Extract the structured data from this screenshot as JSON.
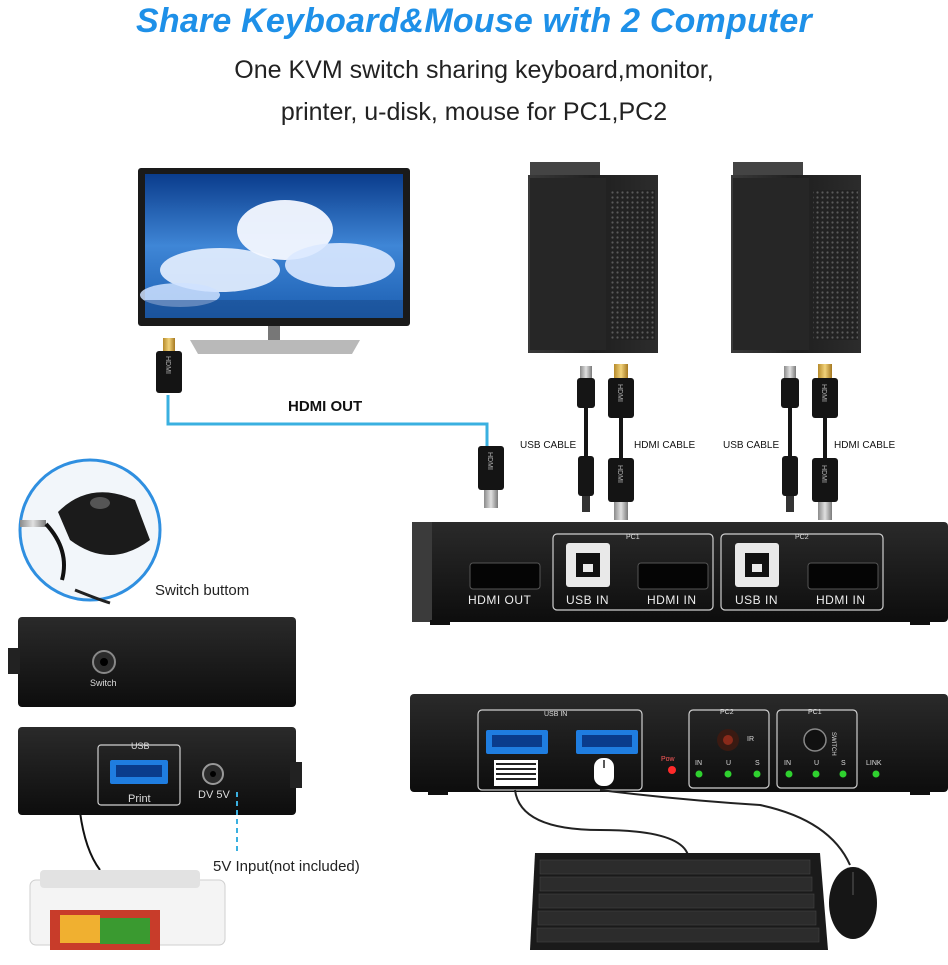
{
  "heading": {
    "title": "Share Keyboard&Mouse with 2 Computer",
    "subtitle_line1": "One KVM switch sharing keyboard,monitor,",
    "subtitle_line2": "printer, u-disk, mouse for PC1,PC2"
  },
  "cables": {
    "hdmi_out": "HDMI OUT",
    "usb_cable_1": "USB CABLE",
    "hdmi_cable_1": "HDMI CABLE",
    "usb_cable_2": "USB CABLE",
    "hdmi_cable_2": "HDMI CABLE",
    "hdmi_plug_text": "HDMI"
  },
  "back_panel": {
    "hdmi_out": "HDMI OUT",
    "pc1_label": "PC1",
    "pc1_usb_in": "USB IN",
    "pc1_hdmi_in": "HDMI IN",
    "pc2_label": "PC2",
    "pc2_usb_in": "USB IN",
    "pc2_hdmi_in": "HDMI IN"
  },
  "left_side": {
    "switch_caption": "Switch buttom",
    "switch_port": "Switch",
    "usb_label": "USB",
    "print_label": "Print",
    "dc_label": "DV 5V",
    "input_note": "5V Input(not included)"
  },
  "front_panel": {
    "usb_in": "USB IN",
    "pow": "Pow",
    "pc2": "PC2",
    "ir": "IR",
    "pc1": "PC1",
    "switch": "SWITCH",
    "link": "LINK",
    "led_in": "IN",
    "led_u": "U",
    "led_s": "S"
  },
  "colors": {
    "title_blue": "#1e90e8",
    "hdmi_line": "#3ab0e0",
    "led_green": "#2fd12f",
    "led_red": "#ff2a2a"
  }
}
